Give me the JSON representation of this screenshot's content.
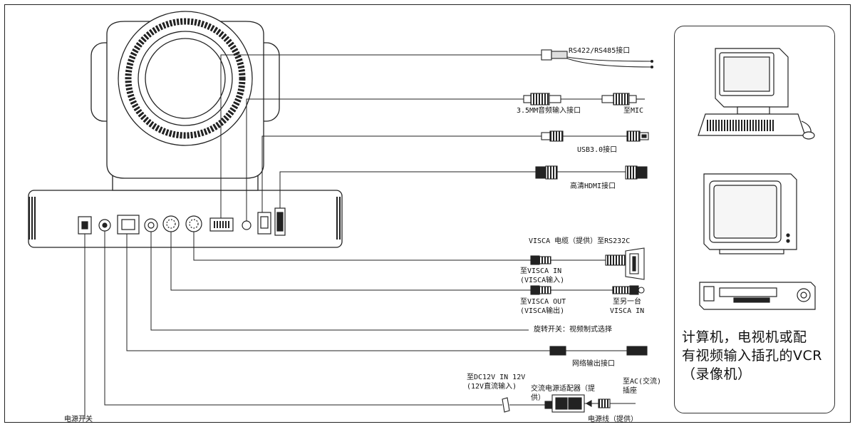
{
  "labels": {
    "rs422": "RS422/RS485接口",
    "audio_in": "3.5MM音频输入接口",
    "to_mic": "至MIC",
    "usb": "USB3.0接口",
    "hdmi": "高清HDMI接口",
    "visca_cable": "VISCA 电缆（提供）至RS232C",
    "visca_in_1": "至VISCA IN",
    "visca_in_2": "(VISCA输入)",
    "visca_out_1": "至VISCA OUT",
    "visca_out_2": "(VISCA输出)",
    "another_1": "至另一台",
    "another_2": "VISCA IN",
    "rotary": "旋转开关：视频制式选择",
    "network": "网络输出接口",
    "dc_in_1": "至DC12V  IN 12V",
    "dc_in_2": "(12V直流输入)",
    "adapter_1": "交流电源适配器（提",
    "adapter_2": "供）",
    "ac_1": "至AC(交流)",
    "ac_2": "插座",
    "power_cord": "电源线（提供）",
    "power_switch": "电源开关"
  },
  "side_panel": {
    "caption_lines": [
      "计算机，电视机或配",
      "有视频输入插孔的VCR",
      "（录像机）"
    ]
  },
  "colors": {
    "line": "#222222",
    "device_fill": "#ffffff",
    "dark": "#111111"
  }
}
